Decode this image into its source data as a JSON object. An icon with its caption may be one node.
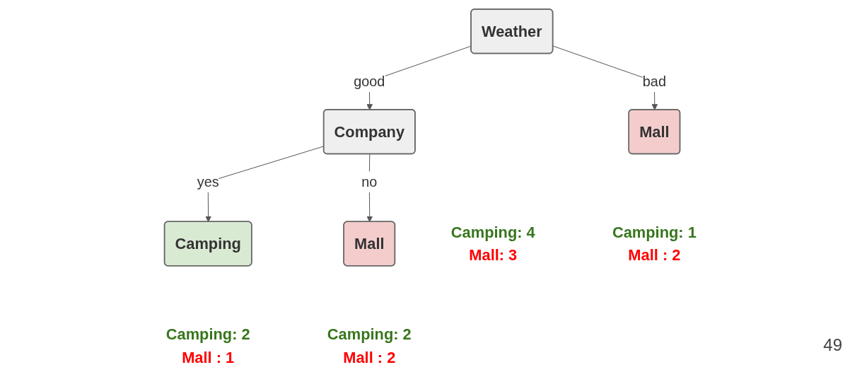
{
  "diagram": {
    "nodes": [
      {
        "text": [
          "Weather"
        ]
      },
      {
        "text": [
          "Company"
        ],
        "beside": [
          "Camping: 4",
          "Mall: 3"
        ]
      },
      {
        "text": [
          "Mall"
        ],
        "beside": [
          "Camping: 1",
          "Mall : 2"
        ]
      },
      {
        "text": [
          "Camping"
        ],
        "beside": [
          "Camping: 2",
          "Mall : 1"
        ]
      },
      {
        "text": [
          "Mall"
        ],
        "beside": [
          "Camping: 2",
          "Mall : 2"
        ]
      }
    ],
    "edges": [
      {
        "from": 0,
        "to": 1,
        "label": "good",
        "arrow": "to"
      },
      {
        "from": 0,
        "to": 2,
        "label": "bad",
        "arrow": "to"
      },
      {
        "from": 1,
        "to": 3,
        "label": "yes",
        "arrow": "to"
      },
      {
        "from": 1,
        "to": 4,
        "label": "no",
        "arrow": "to"
      }
    ],
    "labels": [
      "49"
    ]
  }
}
